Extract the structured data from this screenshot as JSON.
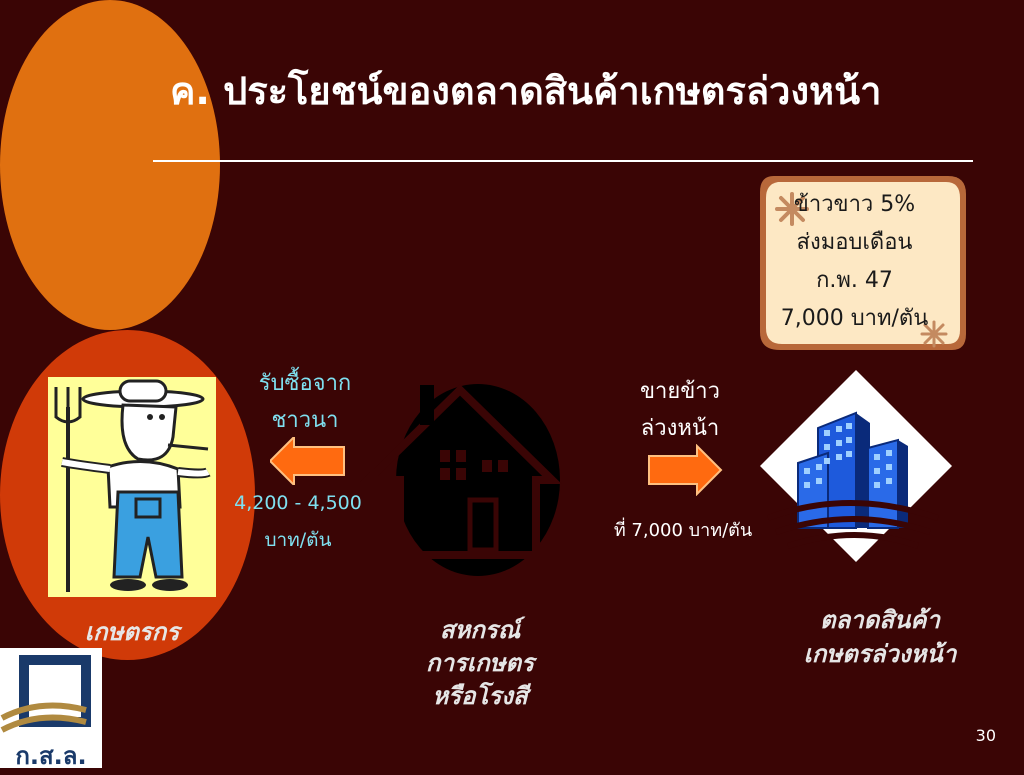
{
  "slide": {
    "title": "ค. ประโยชน์ของตลาดสินค้าเกษตรล่วงหน้า",
    "page_number": "30"
  },
  "note": {
    "lines": [
      "ข้าวขาว 5%",
      "ส่งมอบเดือน",
      "ก.พ. 47",
      "7,000 บาท/ตัน"
    ]
  },
  "flow": {
    "buy_label_1": "รับซื้อจาก",
    "buy_label_2": "ชาวนา",
    "buy_price_1": "4,200 - 4,500",
    "buy_price_2": "บาท/ตัน",
    "sell_label_1": "ขายข้าว",
    "sell_label_2": "ล่วงหน้า",
    "sell_price": "ที่ 7,000 บาท/ตัน"
  },
  "actors": {
    "farmer": "เกษตรกร",
    "coop_1": "สหกรณ์",
    "coop_2": "การเกษตร",
    "coop_3": "หรือโรงสี",
    "market_1": "ตลาดสินค้า",
    "market_2": "เกษตรล่วงหน้า"
  },
  "logo": {
    "text": "ก.ส.ล."
  },
  "colors": {
    "background": "#3a0505",
    "arrow": "#ff6a10",
    "note_fill": "#fde8c4",
    "cyan_text": "#7fe0f0"
  }
}
